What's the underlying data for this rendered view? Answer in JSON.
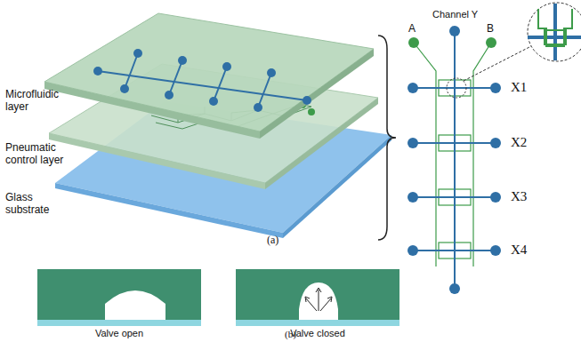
{
  "diagram": {
    "labels": [
      "Microfluidic layer",
      "Pneumatic control layer",
      "Glass substrate",
      "(a)",
      "Channel Y",
      "A",
      "B",
      "X1",
      "X2",
      "X3",
      "X4",
      "Valve open",
      "Valve closed",
      "(b)"
    ]
  }
}
